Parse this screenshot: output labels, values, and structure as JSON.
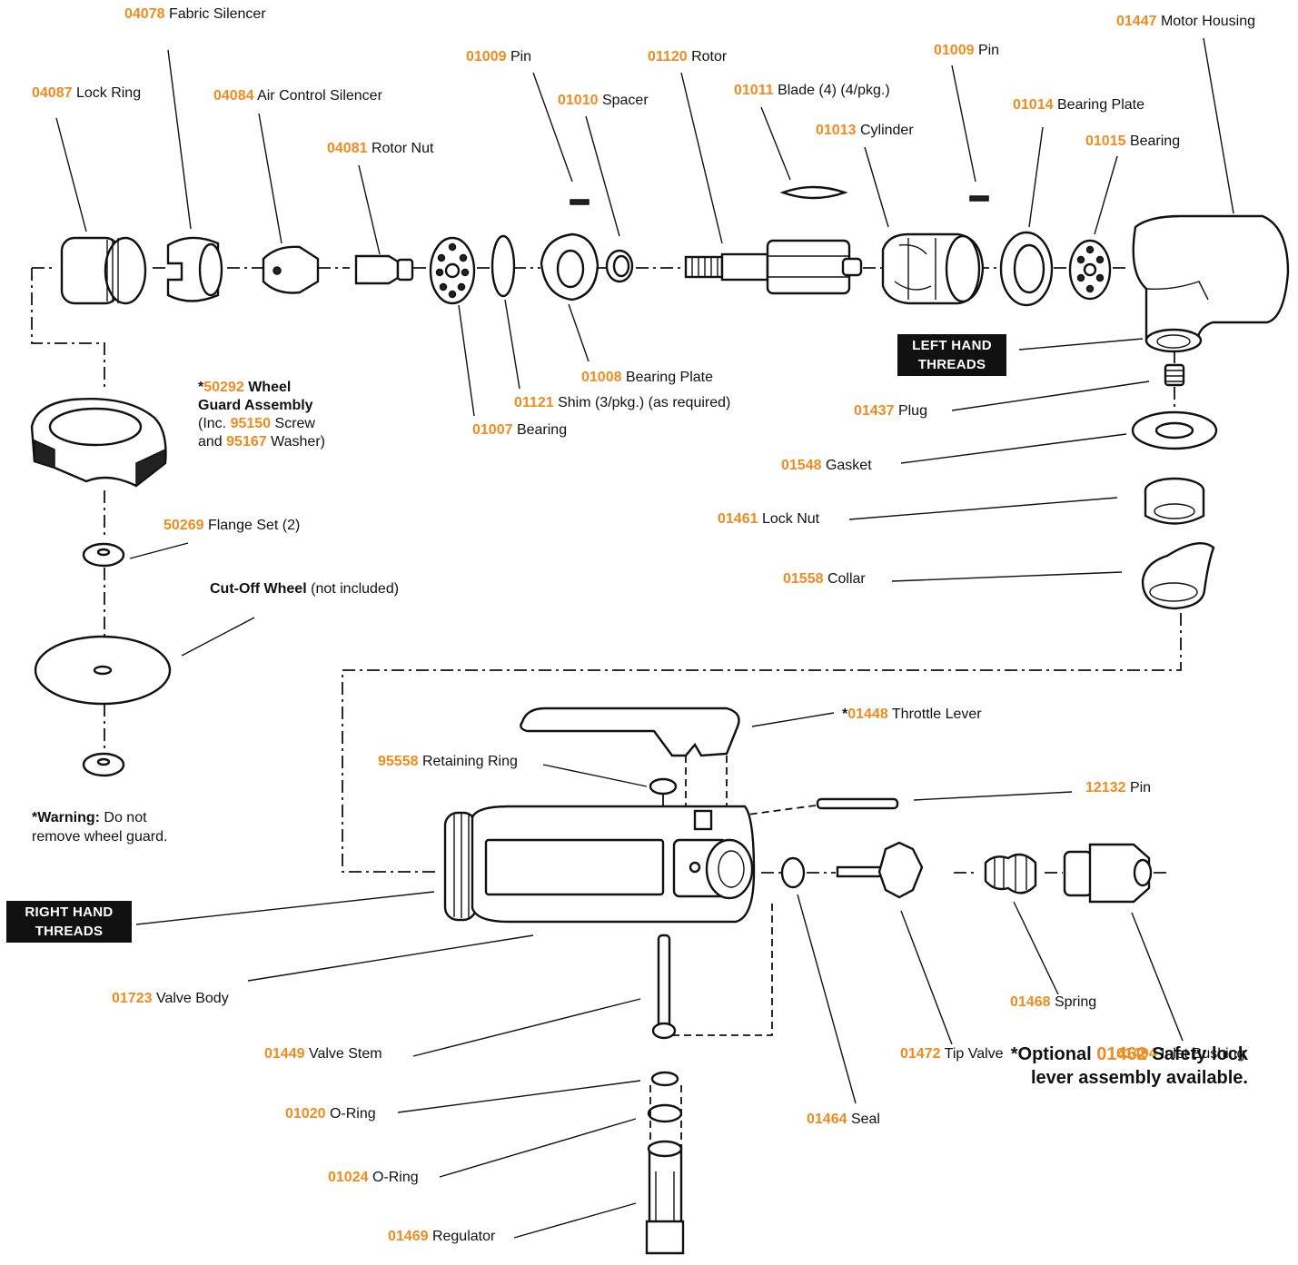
{
  "labels": {
    "fabric_silencer": {
      "pn": "04078",
      "name": "Fabric Silencer"
    },
    "lock_ring": {
      "pn": "04087",
      "name": "Lock Ring"
    },
    "air_control_silencer": {
      "pn": "04084",
      "name": "Air Control Silencer"
    },
    "rotor_nut": {
      "pn": "04081",
      "name": "Rotor Nut"
    },
    "pin_left": {
      "pn": "01009",
      "name": "Pin"
    },
    "spacer": {
      "pn": "01010",
      "name": "Spacer"
    },
    "rotor": {
      "pn": "01120",
      "name": "Rotor"
    },
    "blade": {
      "pn": "01011",
      "name": "Blade (4) (4/pkg.)"
    },
    "cylinder": {
      "pn": "01013",
      "name": "Cylinder"
    },
    "pin_right": {
      "pn": "01009",
      "name": "Pin"
    },
    "bearing_plate_right": {
      "pn": "01014",
      "name": "Bearing Plate"
    },
    "bearing_right": {
      "pn": "01015",
      "name": "Bearing"
    },
    "motor_housing": {
      "pn": "01447",
      "name": "Motor Housing"
    },
    "bearing_plate_left": {
      "pn": "01008",
      "name": "Bearing Plate"
    },
    "shim": {
      "pn": "01121",
      "name": "Shim (3/pkg.) (as required)"
    },
    "bearing_left": {
      "pn": "01007",
      "name": "Bearing"
    },
    "plug": {
      "pn": "01437",
      "name": "Plug"
    },
    "gasket": {
      "pn": "01548",
      "name": "Gasket"
    },
    "lock_nut": {
      "pn": "01461",
      "name": "Lock Nut"
    },
    "collar": {
      "pn": "01558",
      "name": "Collar"
    },
    "flange_set": {
      "pn": "50269",
      "name": "Flange Set (2)"
    },
    "throttle_lever": {
      "prefix": "*",
      "pn": "01448",
      "name": "Throttle Lever"
    },
    "retaining_ring": {
      "pn": "95558",
      "name": "Retaining Ring"
    },
    "pin_12132": {
      "pn": "12132",
      "name": "Pin"
    },
    "valve_body": {
      "pn": "01723",
      "name": "Valve Body"
    },
    "spring": {
      "pn": "01468",
      "name": "Spring"
    },
    "valve_stem": {
      "pn": "01449",
      "name": "Valve Stem"
    },
    "tip_valve": {
      "pn": "01472",
      "name": "Tip Valve"
    },
    "inlet_bushing": {
      "pn": "01494",
      "name": "Inlet Bushing"
    },
    "oring_01020": {
      "pn": "01020",
      "name": "O-Ring"
    },
    "seal": {
      "pn": "01464",
      "name": "Seal"
    },
    "oring_01024": {
      "pn": "01024",
      "name": "O-Ring"
    },
    "regulator": {
      "pn": "01469",
      "name": "Regulator"
    }
  },
  "wheel_guard": {
    "prefix": "*",
    "pn": "50292",
    "name_line1": "Wheel",
    "name_line2": "Guard Assembly",
    "inc_text": "(Inc.",
    "screw_pn": "95150",
    "screw_text": "Screw",
    "and_text": "and",
    "washer_pn": "95167",
    "washer_text": "Washer)"
  },
  "cutoff_wheel": {
    "name": "Cut-Off Wheel",
    "note": "(not included)"
  },
  "warning": {
    "bold": "*Warning:",
    "line1": "Do not",
    "line2": "remove wheel guard."
  },
  "badges": {
    "left_hand_1": "LEFT HAND",
    "left_hand_2": "THREADS",
    "right_hand_1": "RIGHT HAND",
    "right_hand_2": "THREADS"
  },
  "footnote": {
    "prefix": "*Optional",
    "pn": "01462",
    "line1_rest": "Safety lock",
    "line2": "lever assembly available."
  },
  "colors": {
    "part_number": "#f28a1e",
    "badge": "#111111"
  }
}
